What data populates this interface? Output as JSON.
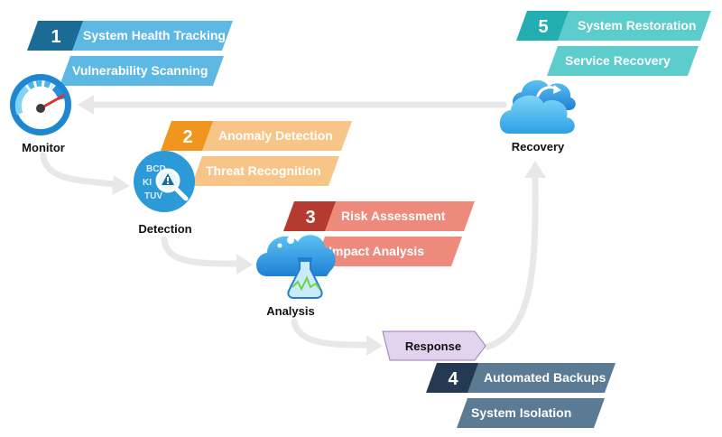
{
  "nodes": {
    "monitor": {
      "label": "Monitor"
    },
    "detection": {
      "label": "Detection"
    },
    "analysis": {
      "label": "Analysis"
    },
    "response": {
      "label": "Response"
    },
    "recovery": {
      "label": "Recovery"
    }
  },
  "steps": [
    {
      "number": "1",
      "items": [
        "System Health Tracking",
        "Vulnerability Scanning"
      ]
    },
    {
      "number": "2",
      "items": [
        "Anomaly Detection",
        "Threat Recognition"
      ]
    },
    {
      "number": "3",
      "items": [
        "Risk Assessment",
        "Impact Analysis"
      ]
    },
    {
      "number": "4",
      "items": [
        "Automated Backups",
        "System Isolation"
      ]
    },
    {
      "number": "5",
      "items": [
        "System Restoration",
        "Service Recovery"
      ]
    }
  ],
  "colors": {
    "step1_num": "#1a6b96",
    "step1_band": "#5db8e3",
    "step2_num": "#f0961e",
    "step2_band": "#f8c588",
    "step3_num": "#b53a30",
    "step3_band": "#ee8a7c",
    "step4_num": "#253a52",
    "step4_band": "#5b7a93",
    "step5_num": "#23aeb2",
    "step5_band": "#5ccccc",
    "connector": "#e8e8e8",
    "response_fill": "#e2d4ee",
    "response_stroke": "#9b7ab5"
  },
  "icons": {
    "monitor": "speedometer-icon",
    "detection": "threat-search-icon",
    "analysis": "cloud-flask-icon",
    "recovery": "cloud-refresh-icon"
  }
}
